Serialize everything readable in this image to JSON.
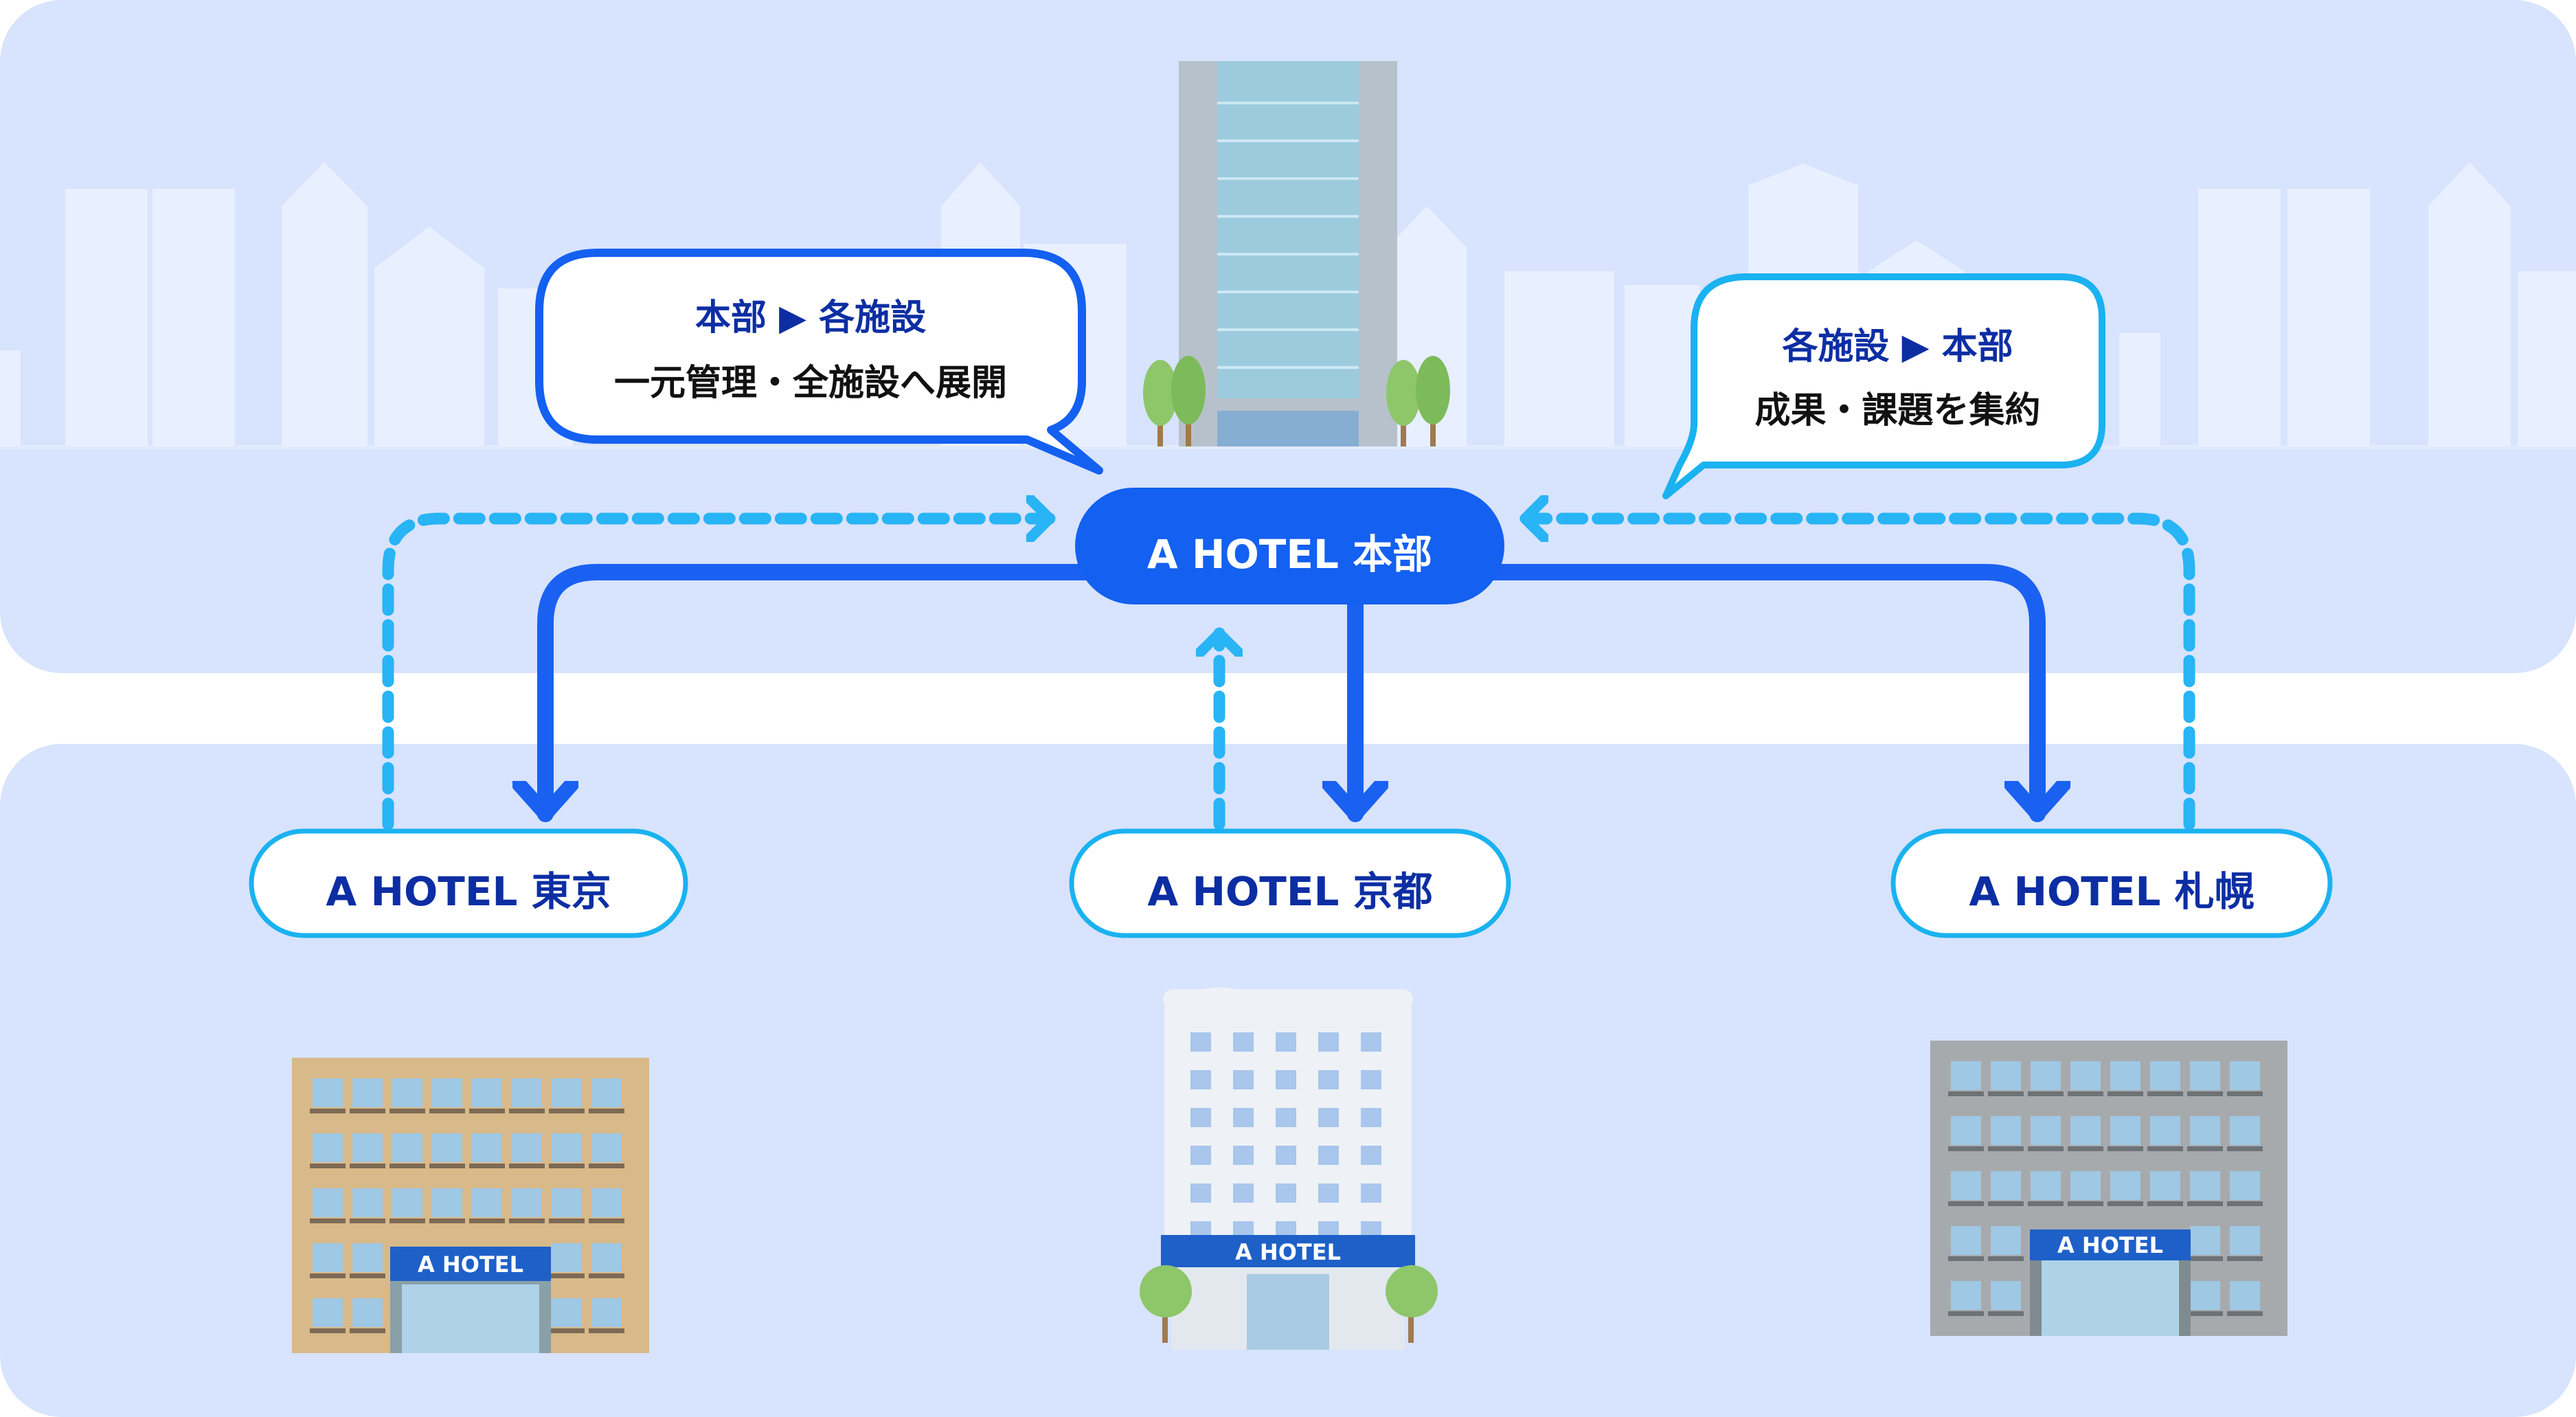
{
  "headquarters": {
    "node_label": "A HOTEL 本部"
  },
  "callouts": {
    "hq_to_facilities": {
      "heading": "本部 ▶ 各施設",
      "body": "一元管理・全施設へ展開"
    },
    "facilities_to_hq": {
      "heading": "各施設 ▶ 本部",
      "body": "成果・課題を集約"
    }
  },
  "facilities": [
    {
      "node_label": "A HOTEL 東京",
      "sign": "A HOTEL"
    },
    {
      "node_label": "A HOTEL 京都",
      "sign": "A HOTEL"
    },
    {
      "node_label": "A HOTEL 札幌",
      "sign": "A HOTEL"
    }
  ],
  "colors": {
    "panel_fill": "#d8e3fd",
    "hq_node": "#1460f0",
    "solid_arrow": "#1a61f2",
    "dashed_arrow": "#28b4f5",
    "facility_border": "#1ab2f0",
    "label_text": "#0d2ea3",
    "skyline": "#e8efff"
  }
}
